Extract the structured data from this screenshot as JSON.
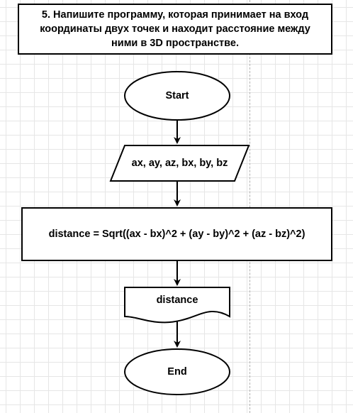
{
  "title": "5. Напишите программу, которая принимает на вход координаты двух точек и находит расстояние между ними в 3D пространстве.",
  "nodes": {
    "start": "Start",
    "input": "ax, ay, az, bx, by, bz",
    "process": "distance = Sqrt((ax - bx)^2 + (ay - by)^2 + (az - bz)^2)",
    "output": "distance",
    "end": "End"
  }
}
